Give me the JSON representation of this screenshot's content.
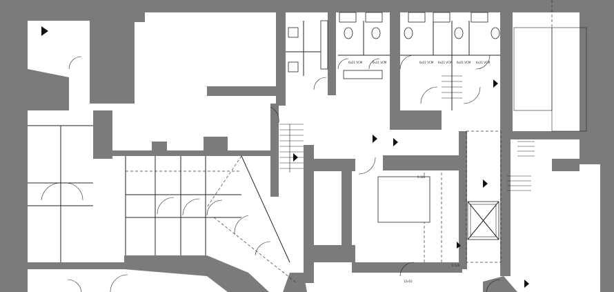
{
  "labels": {
    "l1": "6x21 VCM",
    "l2": "6x21 VCM",
    "l3": "6x21 VCM",
    "l4": "6x21 VCM",
    "l5": "6x21 VCM",
    "l6": "6x21 VCM",
    "l7": "0.120",
    "l8": "0.120",
    "l9": "12x10"
  },
  "colors": {
    "wall": "#7b7b7b",
    "line": "#222222",
    "background": "#ffffff"
  }
}
